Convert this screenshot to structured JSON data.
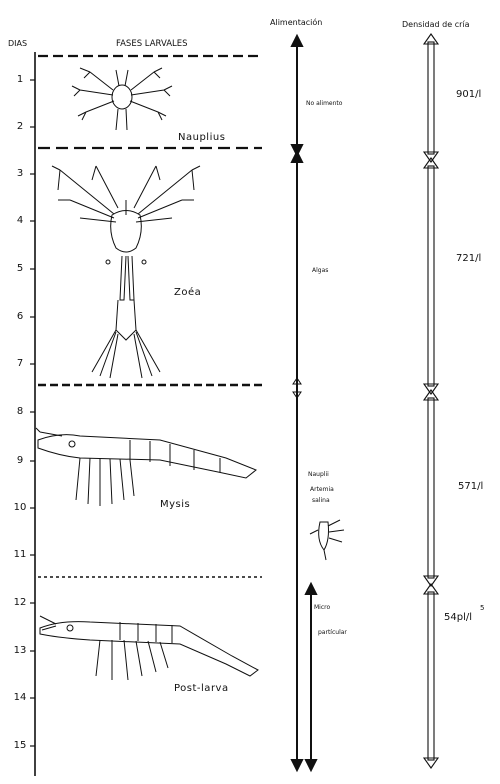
{
  "header": {
    "days": "DIAS",
    "stages": "FASES LARVALES",
    "feeding": "Alimentación",
    "density": "Densidad de cría"
  },
  "days": [
    "1",
    "2",
    "3",
    "4",
    "5",
    "6",
    "7",
    "8",
    "9",
    "10",
    "11",
    "12",
    "13",
    "14",
    "15"
  ],
  "stages": {
    "nauplius": "Nauplius",
    "zoea": "Zoéa",
    "mysis": "Mysis",
    "postlarva": "Post-larva"
  },
  "feeding": {
    "none": "No alimento",
    "algae": "Algas",
    "nauplii": "Nauplii",
    "artemia_1": "Artemia",
    "artemia_2": "salina",
    "micro_1": "Micro",
    "micro_2": "partícular"
  },
  "density": {
    "nauplius": "901/l",
    "zoea": "721/l",
    "mysis": "571/l",
    "postlarva": "54pl/l",
    "postlarva_sup": "5"
  }
}
